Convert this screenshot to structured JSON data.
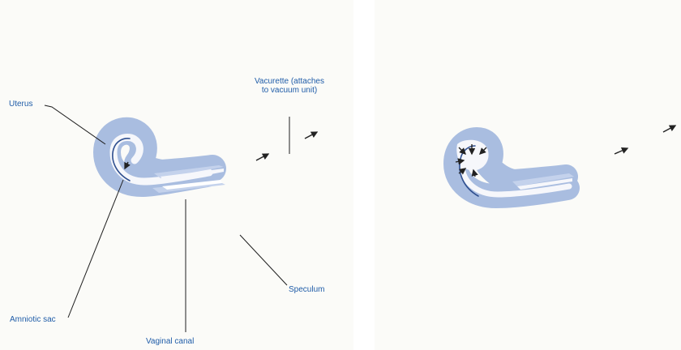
{
  "left_panel": {
    "labels": {
      "uterus": "Uterus",
      "vacurette": "Vacurette (attaches to vacuum unit)",
      "amniotic_sac": "Amniotic sac",
      "vaginal_canal": "Vaginal canal",
      "speculum": "Speculum"
    }
  },
  "right_panel": {
    "labels": {}
  },
  "colors": {
    "tissue": "#a9bde0",
    "label_text": "#1f5ca8",
    "background": "#fbfbf8"
  }
}
